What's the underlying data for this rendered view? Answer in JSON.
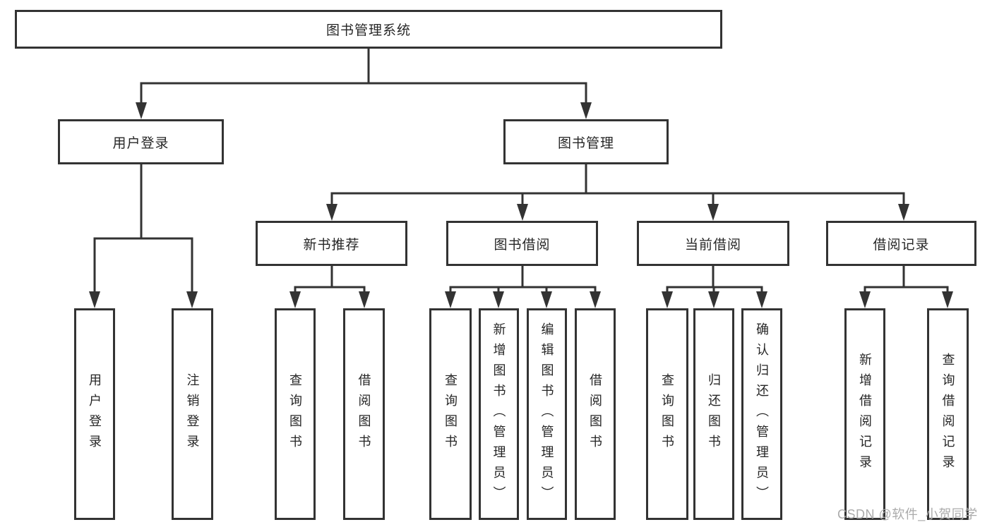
{
  "diagram": {
    "root": {
      "label": "图书管理系统"
    },
    "branches": [
      {
        "label": "用户登录",
        "leaves": [
          {
            "label": "用户登录"
          },
          {
            "label": "注销登录"
          }
        ]
      },
      {
        "label": "图书管理",
        "groups": [
          {
            "label": "新书推荐",
            "leaves": [
              {
                "label": "查询图书"
              },
              {
                "label": "借阅图书"
              }
            ]
          },
          {
            "label": "图书借阅",
            "leaves": [
              {
                "label": "查询图书"
              },
              {
                "label": "新增图书（管理员）"
              },
              {
                "label": "编辑图书（管理员）"
              },
              {
                "label": "借阅图书"
              }
            ]
          },
          {
            "label": "当前借阅",
            "leaves": [
              {
                "label": "查询图书"
              },
              {
                "label": "归还图书"
              },
              {
                "label": "确认归还（管理员）"
              }
            ]
          },
          {
            "label": "借阅记录",
            "leaves": [
              {
                "label": "新增借阅记录"
              },
              {
                "label": "查询借阅记录"
              }
            ]
          }
        ]
      }
    ]
  },
  "watermark": {
    "text": "CSDN @软件_小贺同学"
  },
  "colors": {
    "line": "#333333",
    "text": "#262626",
    "background": "#ffffff",
    "watermark": "#ababab"
  }
}
